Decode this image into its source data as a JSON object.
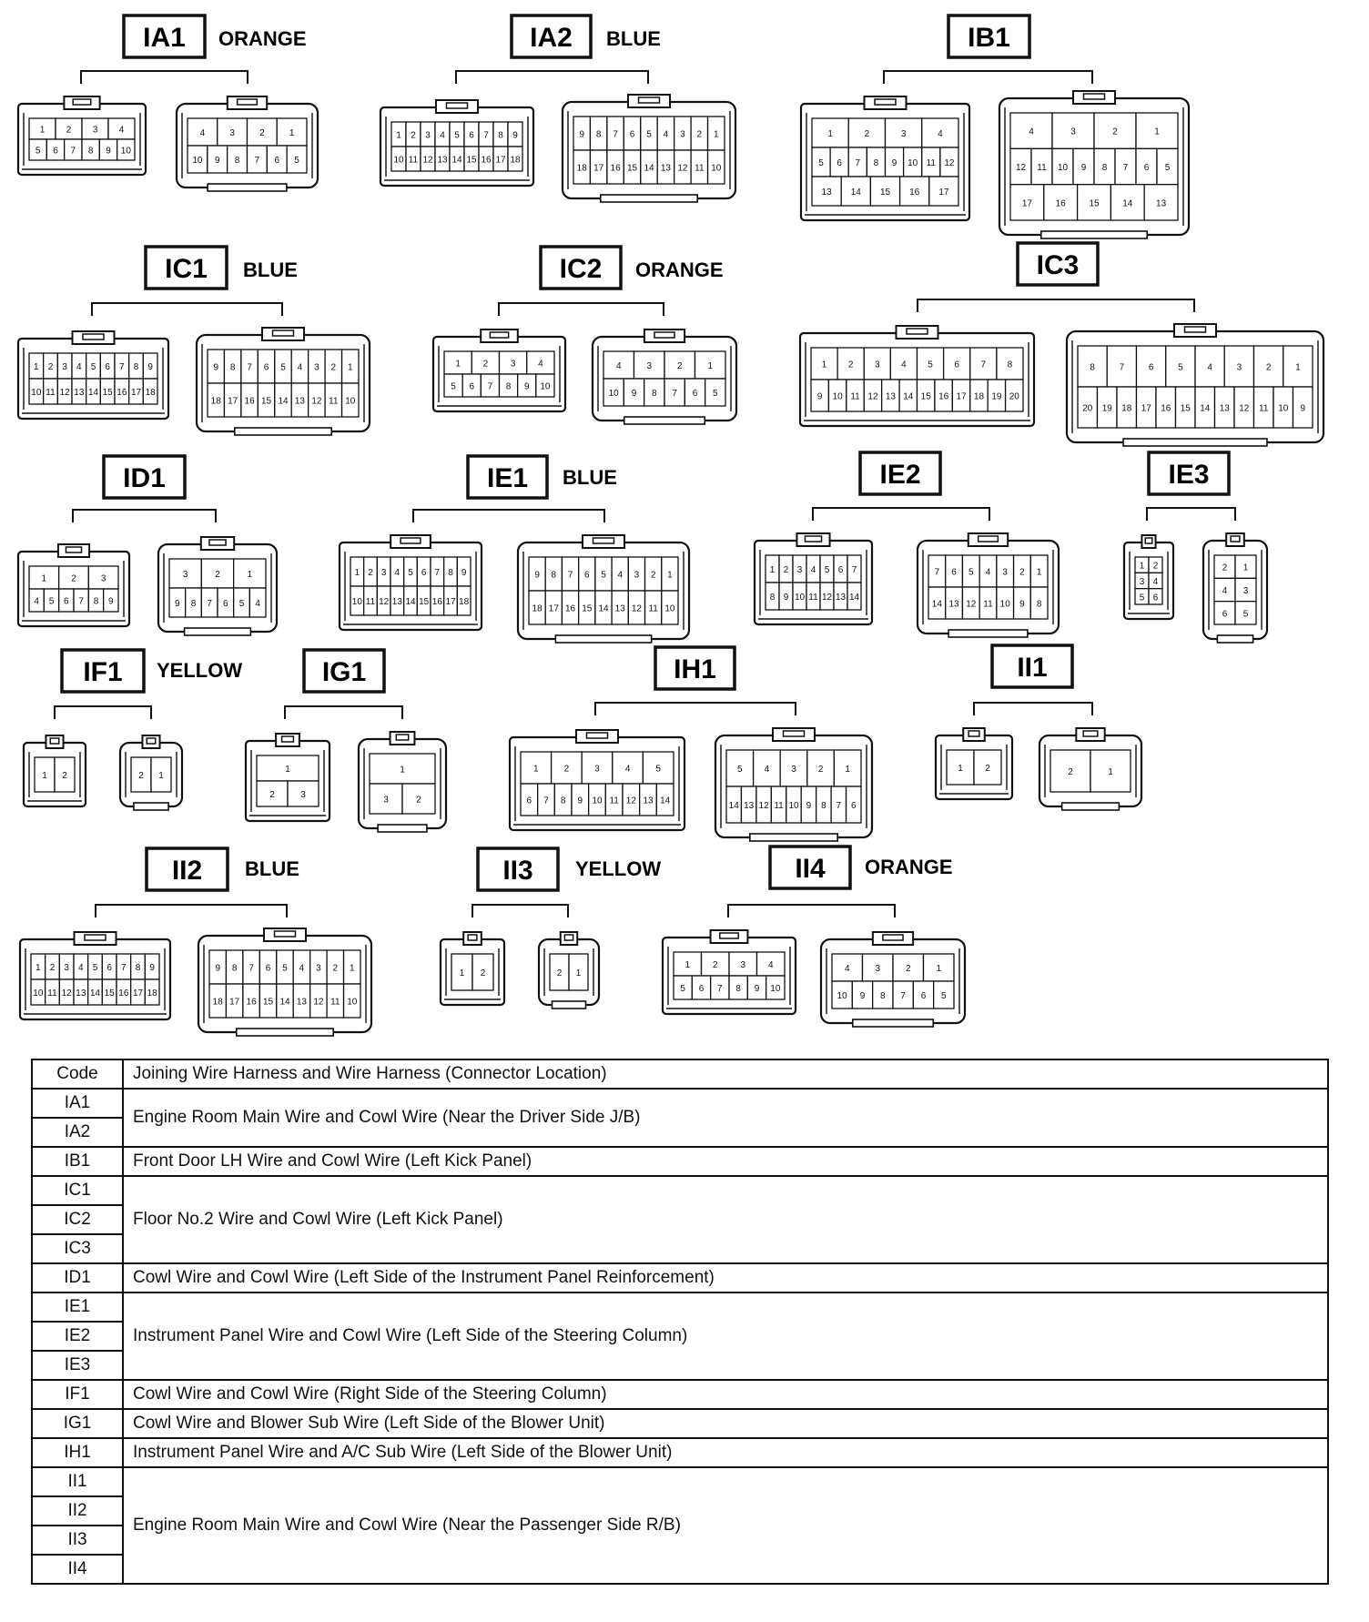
{
  "connectors": [
    {
      "code": "IA1",
      "color": "ORANGE"
    },
    {
      "code": "IA2",
      "color": "BLUE"
    },
    {
      "code": "IB1",
      "color": ""
    },
    {
      "code": "IC1",
      "color": "BLUE"
    },
    {
      "code": "IC2",
      "color": "ORANGE"
    },
    {
      "code": "IC3",
      "color": ""
    },
    {
      "code": "ID1",
      "color": ""
    },
    {
      "code": "IE1",
      "color": "BLUE"
    },
    {
      "code": "IE2",
      "color": ""
    },
    {
      "code": "IE3",
      "color": ""
    },
    {
      "code": "IF1",
      "color": "YELLOW"
    },
    {
      "code": "IG1",
      "color": ""
    },
    {
      "code": "IH1",
      "color": ""
    },
    {
      "code": "II1",
      "color": ""
    },
    {
      "code": "II2",
      "color": "BLUE"
    },
    {
      "code": "II3",
      "color": "YELLOW"
    },
    {
      "code": "II4",
      "color": "ORANGE"
    }
  ],
  "table": {
    "headers": {
      "code": "Code",
      "description": "Joining Wire Harness and Wire Harness (Connector Location)"
    },
    "groups": [
      {
        "codes": [
          "IA1",
          "IA2"
        ],
        "description": "Engine Room Main Wire and Cowl Wire (Near the Driver Side J/B)"
      },
      {
        "codes": [
          "IB1"
        ],
        "description": "Front Door LH Wire and Cowl Wire (Left Kick Panel)"
      },
      {
        "codes": [
          "IC1",
          "IC2",
          "IC3"
        ],
        "description": "Floor No.2 Wire and Cowl Wire (Left Kick Panel)"
      },
      {
        "codes": [
          "ID1"
        ],
        "description": "Cowl Wire and Cowl Wire (Left Side of the Instrument Panel Reinforcement)"
      },
      {
        "codes": [
          "IE1",
          "IE2",
          "IE3"
        ],
        "description": "Instrument Panel Wire and Cowl Wire (Left Side of the Steering Column)"
      },
      {
        "codes": [
          "IF1"
        ],
        "description": "Cowl Wire and Cowl Wire (Right Side of the Steering Column)"
      },
      {
        "codes": [
          "IG1"
        ],
        "description": "Cowl Wire and Blower Sub Wire (Left Side of the Blower Unit)"
      },
      {
        "codes": [
          "IH1"
        ],
        "description": "Instrument Panel Wire and A/C Sub Wire (Left Side of the Blower Unit)"
      },
      {
        "codes": [
          "II1",
          "II2",
          "II3",
          "II4"
        ],
        "description": "Engine Room Main Wire and Cowl Wire (Near the Passenger Side R/B)"
      }
    ]
  }
}
